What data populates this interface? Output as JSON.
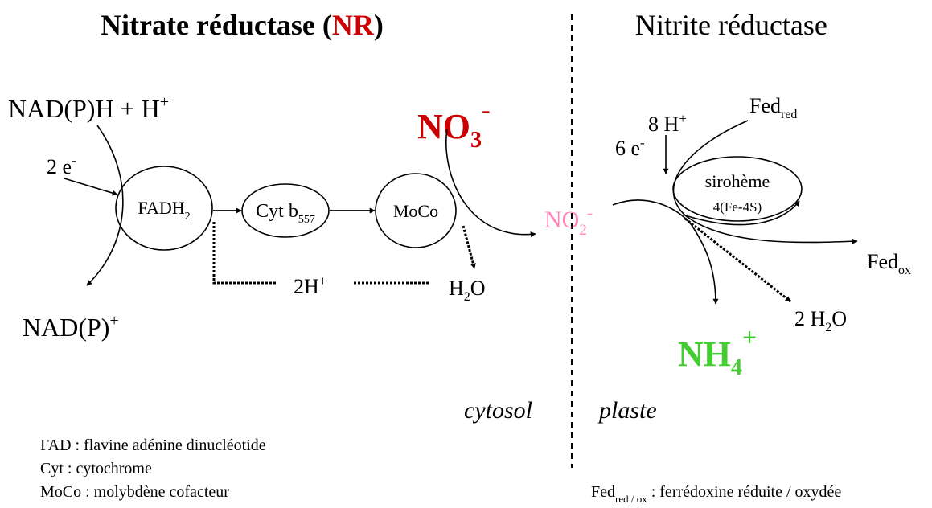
{
  "titles": {
    "nr_prefix": "Nitrate réductase (",
    "nr_abbr": "NR",
    "nr_suffix": ")",
    "nitrite": "Nitrite réductase"
  },
  "species": {
    "nadph_main": "NAD(P)H + H",
    "nadph_sup": "+",
    "two_e_main": "2 e",
    "two_e_sup": "-",
    "nadp_main": "NAD(P)",
    "nadp_sup": "+",
    "fadh2_main": "FADH",
    "fadh2_sub": "2",
    "cyt_main": "Cyt b",
    "cyt_sub": "557",
    "moco": "MoCo",
    "no3_main": "NO",
    "no3_sub": "3",
    "no3_sup": "-",
    "no2_main": "NO",
    "no2_sub": "2",
    "no2_sup": "-",
    "twoh_main": "2H",
    "twoh_sup": "+",
    "h2o_main": "H",
    "h2o_sub": "2",
    "h2o_end": "O",
    "eight_h_main": "8 H",
    "eight_h_sup": "+",
    "six_e_main": "6 e",
    "six_e_sup": "-",
    "fedred_main": "Fed",
    "fedred_sub": "red",
    "sirohem_1": "sirohème",
    "sirohem_2": "4(Fe-4S)",
    "fedox_main": "Fed",
    "fedox_sub": "ox",
    "twoh2o_main": "2 H",
    "twoh2o_sub": "2",
    "twoh2o_end": "O",
    "nh4_main": "NH",
    "nh4_sub": "4",
    "nh4_sup": "+"
  },
  "compartments": {
    "cytosol": "cytosol",
    "plaste": "plaste"
  },
  "legend": {
    "fad": "FAD : flavine adénine dinucléotide",
    "cyt": "Cyt : cytochrome",
    "moco": "MoCo : molybdène cofacteur",
    "fed_main": "Fed",
    "fed_sub": "red / ox",
    "fed_rest": " : ferrédoxine réduite / oxydée"
  },
  "colors": {
    "nr_red": "#cc0000",
    "no2_pink": "#ff88b8",
    "nh4_green": "#44cc33",
    "ink": "#000000"
  }
}
